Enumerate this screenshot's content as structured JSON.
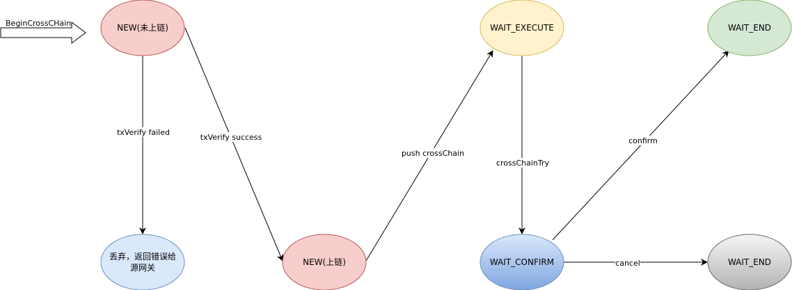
{
  "diagram": {
    "start_arrow": {
      "label": "BeginCrossCHain"
    },
    "nodes": {
      "new_unchained": {
        "label": "NEW(未上链)",
        "fill": "#f8cecc",
        "stroke": "#b85450"
      },
      "discard": {
        "label_line1": "丢弃，返回错误给",
        "label_line2": "源网关",
        "fill": "#dae8fc",
        "stroke": "#6c8ebf"
      },
      "new_chained": {
        "label": "NEW(上链)",
        "fill": "#f8cecc",
        "stroke": "#b85450"
      },
      "wait_execute": {
        "label": "WAIT_EXECUTE",
        "fill": "#fff2cc",
        "stroke": "#d6b656"
      },
      "wait_confirm": {
        "label": "WAIT_CONFIRM",
        "fill_top": "#dae8fc",
        "fill_bottom": "#7ea6e0",
        "stroke": "#6c8ebf"
      },
      "wait_end_top": {
        "label": "WAIT_END",
        "fill": "#d5e8d4",
        "stroke": "#82b366"
      },
      "wait_end_bottom": {
        "label": "WAIT_END",
        "fill_top": "#f5f5f5",
        "fill_bottom": "#b3b3b3",
        "stroke": "#666666"
      }
    },
    "edges": {
      "tx_failed": {
        "label": "txVerify failed"
      },
      "tx_success": {
        "label": "txVerify success"
      },
      "push": {
        "label": "push crossChain"
      },
      "try": {
        "label": "crossChainTry"
      },
      "confirm": {
        "label": "confirm"
      },
      "cancel": {
        "label": "cancel"
      }
    }
  }
}
